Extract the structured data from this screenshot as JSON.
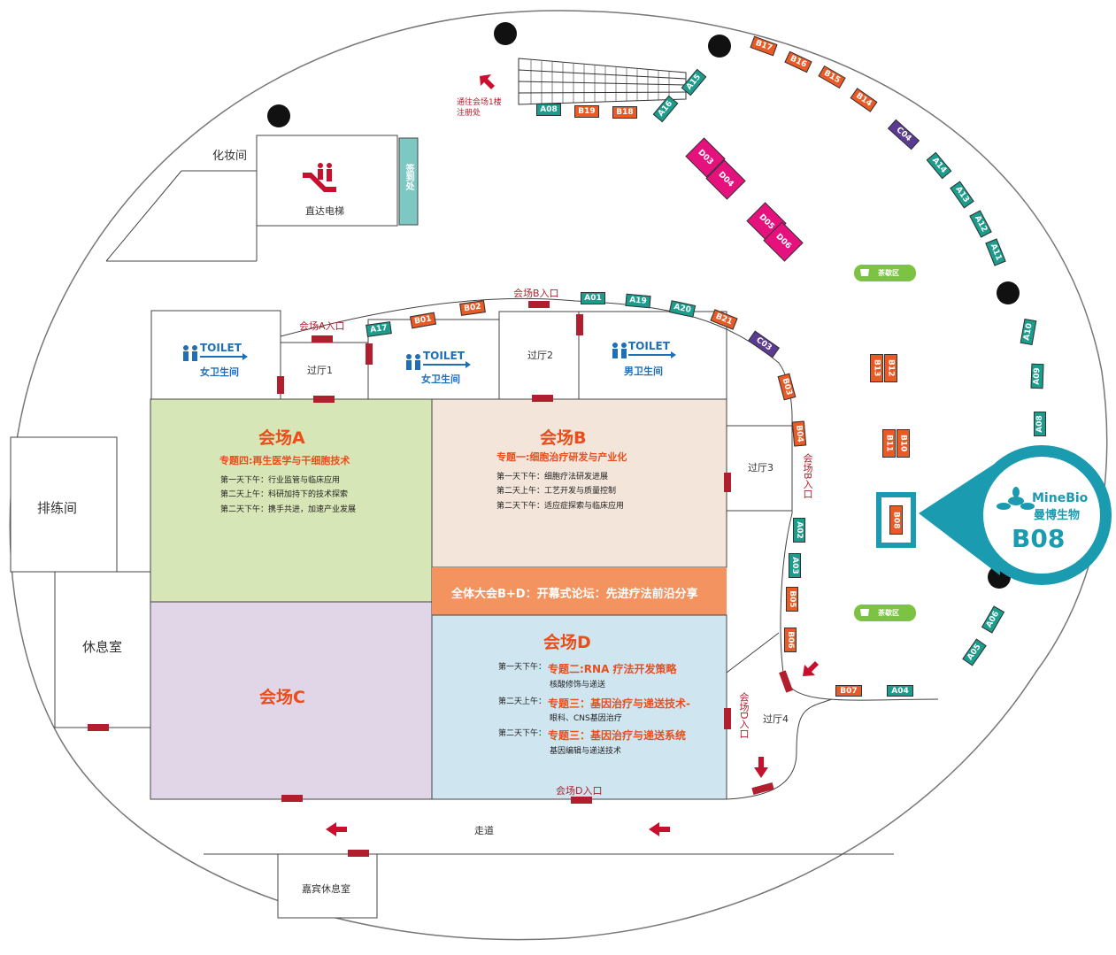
{
  "colors": {
    "hall_a": "#d7e6b6",
    "hall_b": "#f3e5da",
    "hall_c": "#e1d5e8",
    "hall_d": "#cfe6f1",
    "plenary": "#f29360",
    "accent_red": "#e94e1b",
    "door": "#b11f2e",
    "booth_a": "#1c9c8c",
    "booth_b": "#e85a26",
    "booth_c": "#5b3a91",
    "booth_d": "#e5127e",
    "brand": "#1a9bb0",
    "tea": "#7cc243",
    "label_blue": "#1e6fb8"
  },
  "rooms": {
    "makeup": "化妆间",
    "elevator": "直达电梯",
    "service": "签到处",
    "rehearsal": "排练间",
    "lounge": "休息室",
    "vip_lounge": "嘉宾休息室",
    "corridor": "走道",
    "registration_note_1": "通往会场1楼",
    "registration_note_2": "注册处"
  },
  "toilets": [
    {
      "word": "TOILET",
      "label": "女卫生间"
    },
    {
      "word": "TOILET",
      "label": "女卫生间"
    },
    {
      "word": "TOILET",
      "label": "男卫生间"
    }
  ],
  "halls": [
    "过厅1",
    "过厅2",
    "过厅3",
    "过厅4"
  ],
  "entrances": {
    "a": "会场A入口",
    "b_top": "会场B入口",
    "b_side": "会场B入口",
    "d_side": "会场D入口",
    "d_bottom": "会场D入口"
  },
  "venue_a": {
    "title": "会场A",
    "topic": "专题四:再生医学与干细胞技术",
    "sessions": [
      "第一天下午：行业监管与临床应用",
      "第二天上午：科研加持下的技术探索",
      "第二天下午：携手共进，加速产业发展"
    ]
  },
  "venue_b": {
    "title": "会场B",
    "topic": "专题一:细胞治疗研发与产业化",
    "sessions": [
      "第一天下午：细胞疗法研发进展",
      "第二天上午：工艺开发与质量控制",
      "第二天下午：适应症探索与临床应用"
    ]
  },
  "venue_c": {
    "title": "会场C"
  },
  "plenary": {
    "title": "全体大会B+D：开幕式论坛：先进疗法前沿分享"
  },
  "venue_d": {
    "title": "会场D",
    "s1_prefix": "第一天下午：",
    "s1_topic": "专题二:RNA 疗法开发策略",
    "s1_sub": "核酸修饰与递送",
    "s2_prefix": "第二天上午：",
    "s2_topic": "专题三：基因治疗与递送技术-",
    "s2_sub": "眼科、CNS基因治疗",
    "s3_prefix": "第二天下午：",
    "s3_topic": "专题三：基因治疗与递送系统",
    "s3_sub": "基因编辑与递送技术"
  },
  "tea_areas": [
    "茶歇区",
    "茶歇区"
  ],
  "callout": {
    "brand_en": "MineBio",
    "brand_cn": "曼博生物",
    "booth": "B08"
  },
  "booths": {
    "top_row": [
      "A08",
      "B19",
      "B18"
    ],
    "escalator_side": [
      "A15",
      "A16"
    ],
    "outer_ring": [
      "B17",
      "B16",
      "B15",
      "B14",
      "C04",
      "A14",
      "A13",
      "A12",
      "A11",
      "A10",
      "A09",
      "A08",
      "A06",
      "A05"
    ],
    "inner_arc": [
      "A17",
      "B01",
      "B02",
      "A01",
      "A19",
      "A20",
      "B21",
      "C03",
      "B03",
      "B04",
      "A02",
      "A03",
      "B05",
      "B06"
    ],
    "bottom_row": [
      "B07",
      "A04"
    ],
    "d_booths": [
      "D03",
      "D04",
      "D05",
      "D06"
    ],
    "island": [
      "B13",
      "B12",
      "B11",
      "B10",
      "B08"
    ]
  }
}
